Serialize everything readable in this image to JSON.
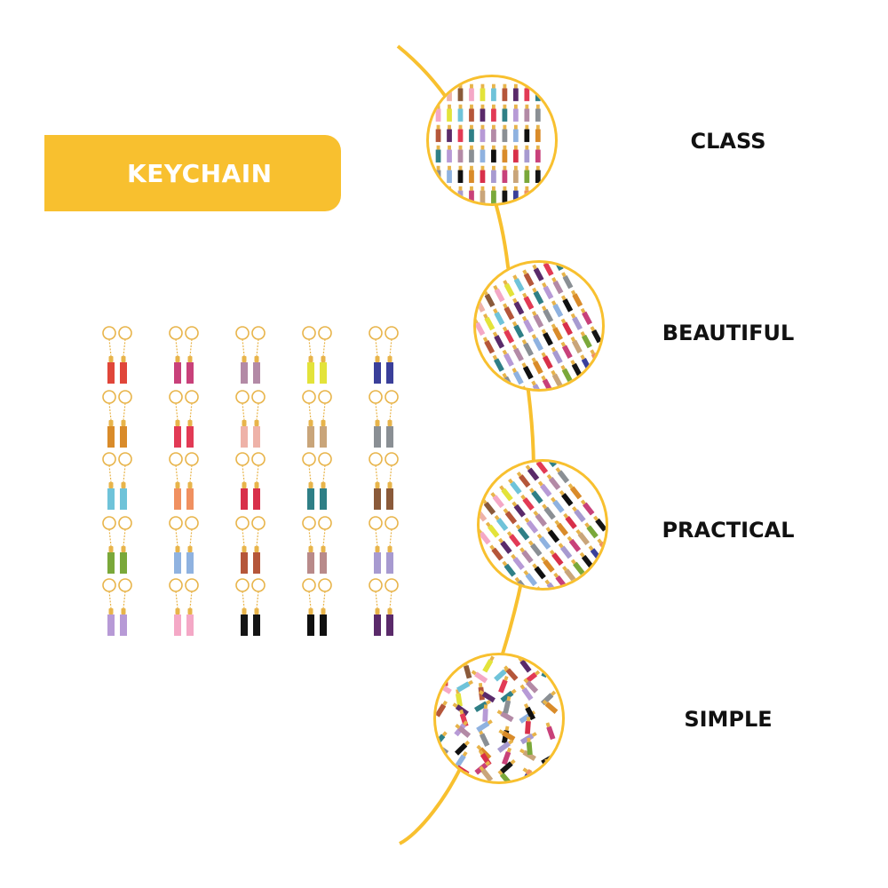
{
  "banner": {
    "title": "KEYCHAIN",
    "color": "#f8c02f"
  },
  "features": [
    {
      "label": "CLASS",
      "icon": "tassel-rows-photo"
    },
    {
      "label": "BEAUTIFUL",
      "icon": "tassel-diagonal-photo"
    },
    {
      "label": "PRACTICAL",
      "icon": "tassel-fanned-photo"
    },
    {
      "label": "SIMPLE",
      "icon": "tassel-pile-photo"
    }
  ],
  "colors": {
    "accent": "#f8c02f",
    "ring": "#e8b44a",
    "tassels": [
      "#e0463a",
      "#c8417a",
      "#b38aa6",
      "#e3e33a",
      "#3a3f9a",
      "#d98b2a",
      "#e23a55",
      "#eeb2a8",
      "#c9a57a",
      "#8a8f94",
      "#6fc3d9",
      "#f09060",
      "#d8304a",
      "#2f7f86",
      "#8a5a3a",
      "#7aa83a",
      "#8fb2e0",
      "#b5563a",
      "#b88a8a",
      "#a79ad0",
      "#b79ad6",
      "#f4a8c6",
      "#151515",
      "#101010",
      "#5a2a6a"
    ]
  }
}
